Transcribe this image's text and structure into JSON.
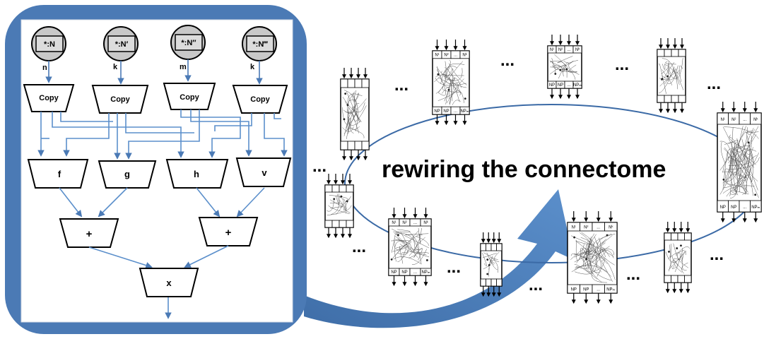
{
  "diagram": {
    "inputs": [
      {
        "label": "*:N",
        "arg": "n"
      },
      {
        "label": "*:N′",
        "arg": "k"
      },
      {
        "label": "*:N″",
        "arg": "m"
      },
      {
        "label": "*:N‴",
        "arg": "k"
      }
    ],
    "copy_label": "Copy",
    "functions": [
      "f",
      "g",
      "h",
      "v"
    ],
    "adders": [
      "+",
      "+"
    ],
    "multiplier": "x"
  },
  "connectome": {
    "title": "rewiring the connectome",
    "ellipsis": "...",
    "cell_top_labels": [
      "N¹",
      "N²",
      "...",
      "Nᵏ"
    ],
    "cell_bottom_labels": [
      "NP",
      "NP",
      "...",
      "NPₘ"
    ]
  },
  "colors": {
    "panel_border": "#4b7ab5",
    "arrow_blue": "#4b7ab5",
    "wire_blue": "#5b8fcb",
    "ring": "#3b6aa6"
  }
}
